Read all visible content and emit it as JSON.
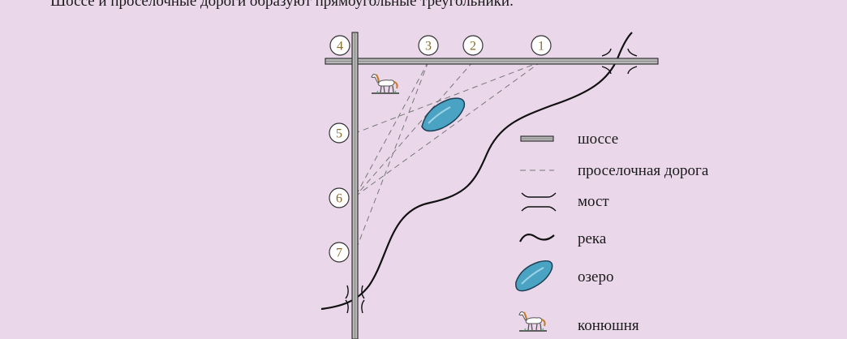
{
  "caption": "Шоссе и просёлочные дороги образуют прямоугольные треугольники.",
  "markers": [
    "4",
    "3",
    "2",
    "1",
    "5",
    "6",
    "7"
  ],
  "legend": {
    "highway": "шоссе",
    "dirt_road": "проселочная дорога",
    "bridge": "мост",
    "river": "река",
    "lake": "озеро",
    "stable": "конюшня"
  },
  "colors": {
    "background": "#ead8ea",
    "road_fill": "#b8b8b8",
    "lake": "#4aa3c3",
    "marker_text": "#8a6b2a"
  }
}
